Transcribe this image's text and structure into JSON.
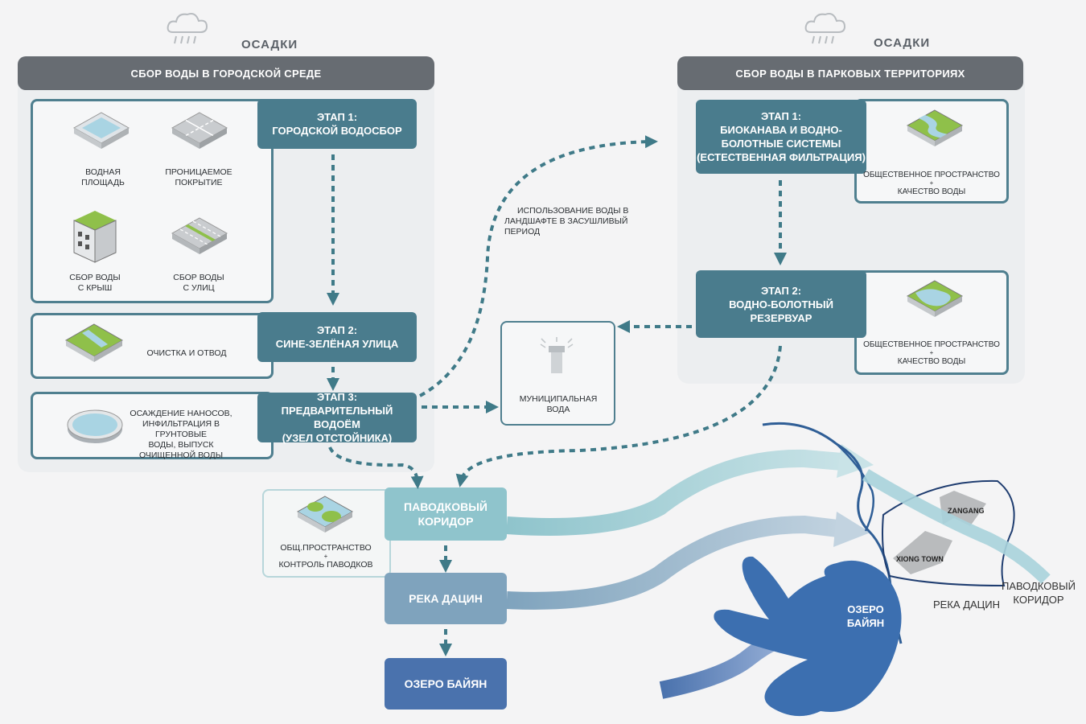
{
  "left_section": {
    "precip_label": "ОСАДКИ",
    "header": "СБОР ВОДЫ В ГОРОДСКОЙ СРЕДЕ",
    "stage1": [
      "ЭТАП 1:",
      "ГОРОДСКОЙ ВОДОСБОР"
    ],
    "items": [
      [
        "ВОДНАЯ",
        "ПЛОЩАДЬ"
      ],
      [
        "ПРОНИЦАЕМОЕ",
        "ПОКРЫТИЕ"
      ],
      [
        "СБОР ВОДЫ",
        "С КРЫШ"
      ],
      [
        "СБОР ВОДЫ",
        "С УЛИЦ"
      ]
    ],
    "stage2": [
      "ЭТАП 2:",
      "СИНЕ-ЗЕЛЁНАЯ УЛИЦА"
    ],
    "stage2_item": "ОЧИСТКА И ОТВОД",
    "stage3": [
      "ЭТАП 3:",
      "ПРЕДВАРИТЕЛЬНЫЙ ВОДОЁМ",
      "(УЗЕЛ ОТСТОЙНИКА)"
    ],
    "stage3_item": [
      "ОСАЖДЕНИЕ НАНОСОВ,",
      "ИНФИЛЬТРАЦИЯ В ГРУНТОВЫЕ",
      "ВОДЫ, ВЫПУСК",
      "ОЧИЩЕННОЙ ВОДЫ"
    ]
  },
  "right_section": {
    "precip_label": "ОСАДКИ",
    "header": "СБОР ВОДЫ В ПАРКОВЫХ ТЕРРИТОРИЯХ",
    "stage1": [
      "ЭТАП 1:",
      "БИОКАНАВА И ВОДНО-",
      "БОЛОТНЫЕ СИСТЕМЫ",
      "(ЕСТЕСТВЕННАЯ ФИЛЬТРАЦИЯ)"
    ],
    "stage1_item": [
      "ОБЩЕСТВЕННОЕ ПРОСТРАНСТВО",
      "+",
      "КАЧЕСТВО ВОДЫ"
    ],
    "stage2": [
      "ЭТАП 2:",
      "ВОДНО-БОЛОТНЫЙ",
      "РЕЗЕРВУАР"
    ],
    "stage2_item": [
      "ОБЩЕСТВЕННОЕ ПРОСТРАНСТВО",
      "+",
      "КАЧЕСТВО ВОДЫ"
    ]
  },
  "middle": {
    "landscape_use": [
      "ИСПОЛЬЗОВАНИЕ ВОДЫ В",
      "ЛАНДШАФТЕ В ЗАСУШЛИВЫЙ",
      "ПЕРИОД"
    ],
    "municipal": [
      "МУНИЦИПАЛЬНАЯ",
      "ВОДА"
    ]
  },
  "bottom": {
    "flood_corridor": [
      "ПАВОДКОВЫЙ",
      "КОРИДОР"
    ],
    "river": "РЕКА ДАЦИН",
    "lake": "ОЗЕРО БАЙЯН",
    "flood_item": [
      "ОБЩ.ПРОСТРАНСТВО",
      "+",
      "КОНТРОЛЬ ПАВОДКОВ"
    ]
  },
  "map": {
    "lake_label": [
      "ОЗЕРО",
      "БАЙЯН"
    ],
    "river_label": "РЕКА ДАЦИН",
    "corridor_label": [
      "ПАВОДКОВЫЙ",
      "КОРИДОР"
    ],
    "zangang": "ZANGANG",
    "xiong": "XIONG TOWN"
  },
  "colors": {
    "header": "#676c72",
    "stage": "#4a7c8d",
    "flood": "#8fc4cc",
    "river": "#7fa3bd",
    "lake": "#4a72ad"
  }
}
